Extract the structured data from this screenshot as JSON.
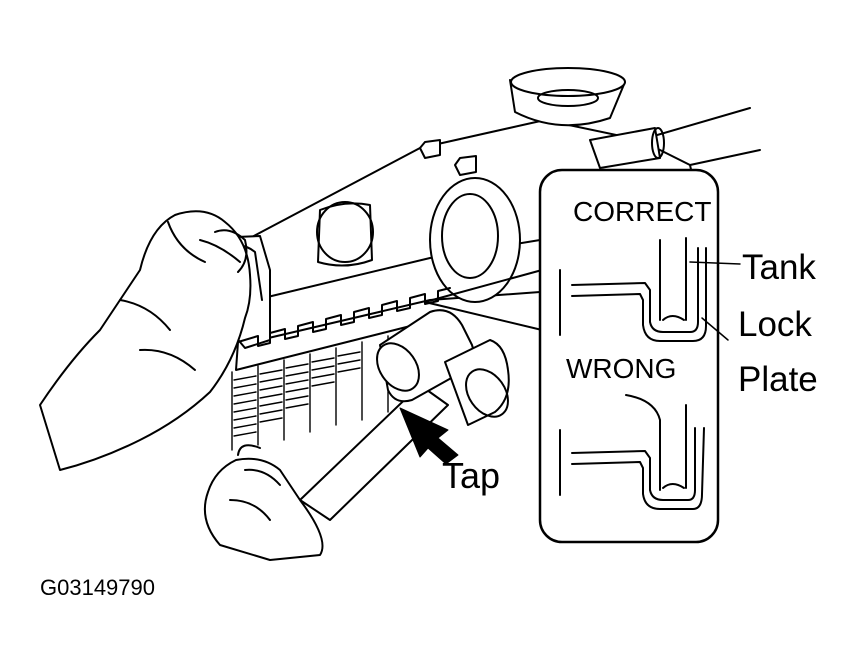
{
  "labels": {
    "correct": "CORRECT",
    "wrong": "WRONG",
    "tank": "Tank",
    "lock": "Lock",
    "plate": "Plate",
    "tap": "Tap",
    "figure_code": "G03149790"
  },
  "colors": {
    "line": "#000000",
    "background": "#ffffff"
  }
}
